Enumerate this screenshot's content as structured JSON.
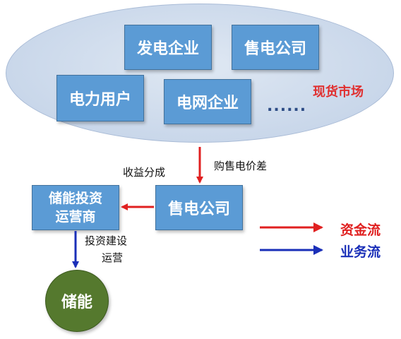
{
  "market": {
    "nodes": [
      "发电企业",
      "售电公司",
      "电力用户",
      "电网企业"
    ],
    "ellipsis": "......",
    "label": "现货市场"
  },
  "center": {
    "retailer": "售电公司",
    "operator_line1": "储能投资",
    "operator_line2": "运营商",
    "storage": "储能"
  },
  "edge_labels": {
    "purchase_spread": "购售电价差",
    "revenue_share": "收益分成",
    "invest_line1": "投资建设",
    "invest_line2": "运营"
  },
  "legend": [
    {
      "label": "资金流",
      "color": "#e02020"
    },
    {
      "label": "业务流",
      "color": "#1a2fb8"
    }
  ],
  "colors": {
    "box_fill": "#5b9bd5",
    "money_flow": "#e02020",
    "business_flow": "#1a2fb8",
    "storage_fill": "#55792e"
  }
}
